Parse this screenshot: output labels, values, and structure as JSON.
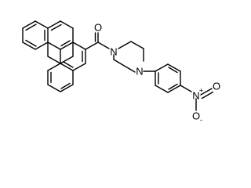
{
  "molecule": {
    "atoms": {
      "carbonyl_oxygen": "O",
      "piperazine_n1": "N",
      "piperazine_n4": "N",
      "nitro_nitrogen": "N",
      "nitro_nitrogen_charge": "+",
      "nitro_oxygen_top": "O",
      "nitro_oxygen_bottom": "O",
      "nitro_oxygen_bottom_charge": "-"
    },
    "colors": {
      "bond": "#000000",
      "label": "#000000",
      "background": "#ffffff"
    }
  }
}
